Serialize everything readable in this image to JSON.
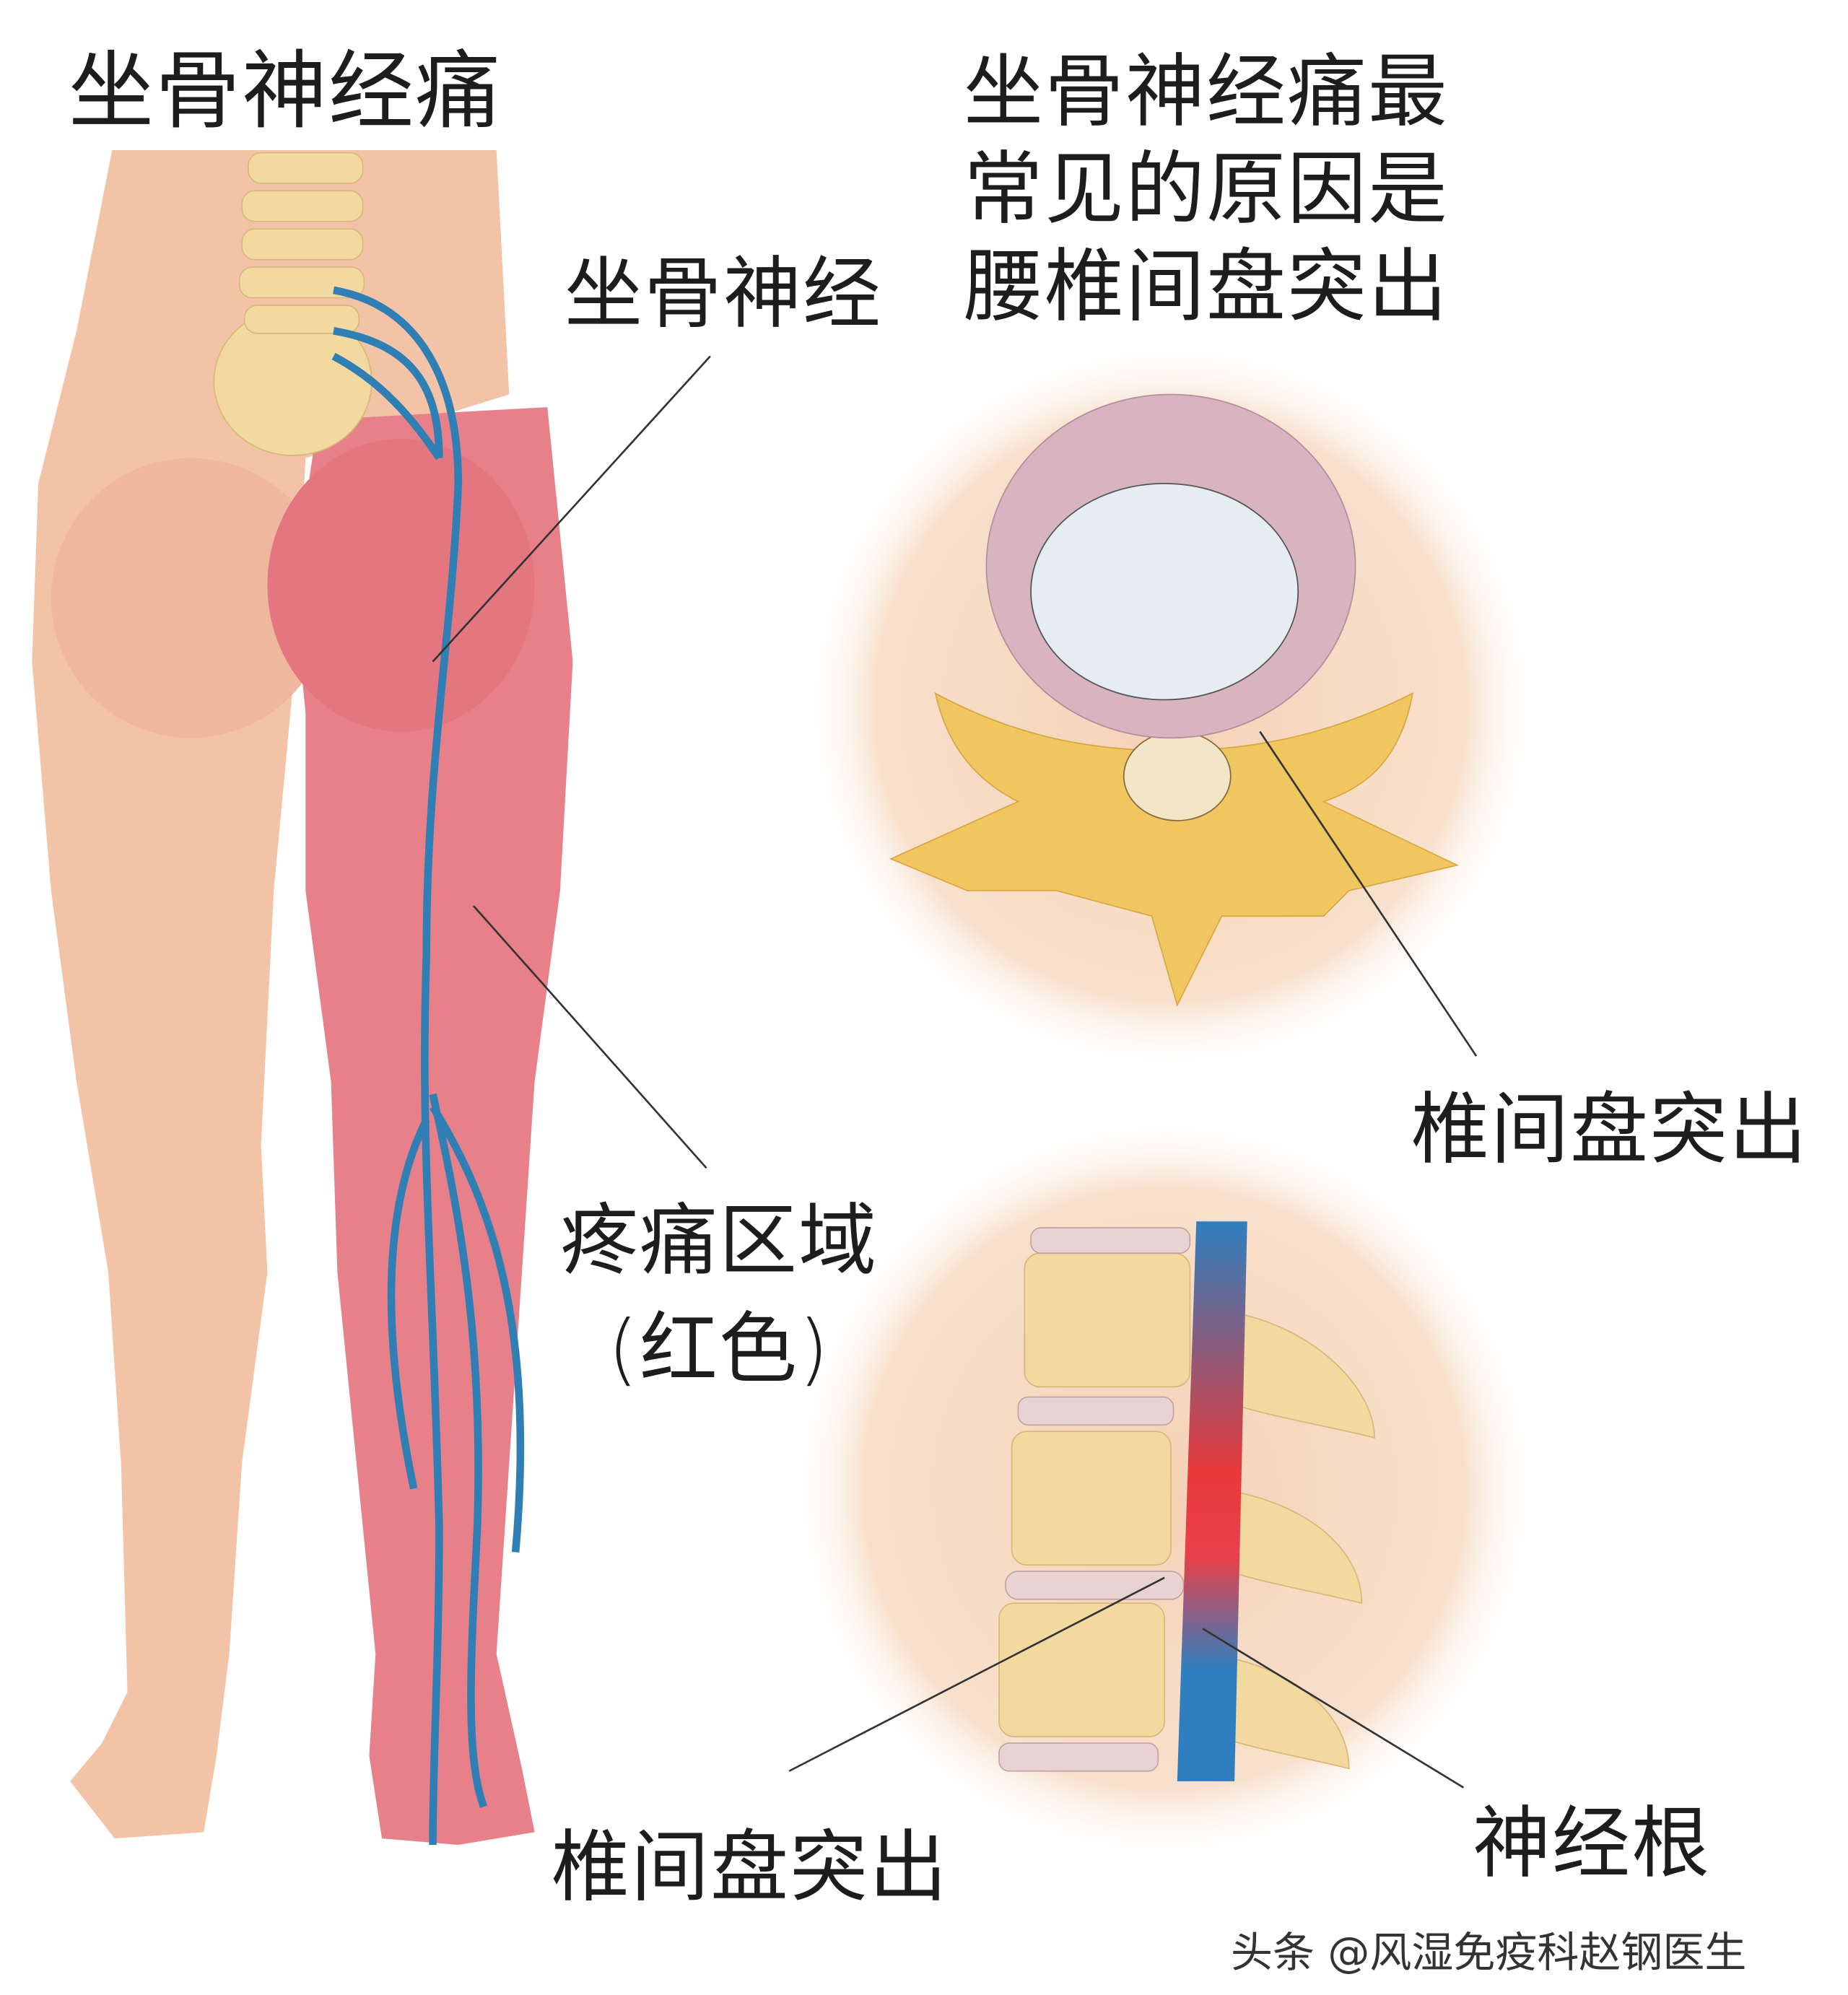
{
  "title": "坐骨神经痛",
  "cause_text": [
    "坐骨神经痛最",
    "常见的原因是",
    "腰椎间盘突出"
  ],
  "labels": {
    "sciatic_nerve": "坐骨神经",
    "disc_herniation_top": "椎间盘突出",
    "pain_area": "疼痛区域",
    "pain_area_note": "(红色)",
    "disc_herniation_bottom": "椎间盘突出",
    "nerve_root": "神经根"
  },
  "watermark": "头条 @风湿免疫科赵钢医生",
  "colors": {
    "skin": "#f3c3a8",
    "pain_red": "#e8808a",
    "nerve_blue": "#2f7fb5",
    "bone": "#f1d9a0",
    "circle_bg": "#f7dcc4"
  }
}
